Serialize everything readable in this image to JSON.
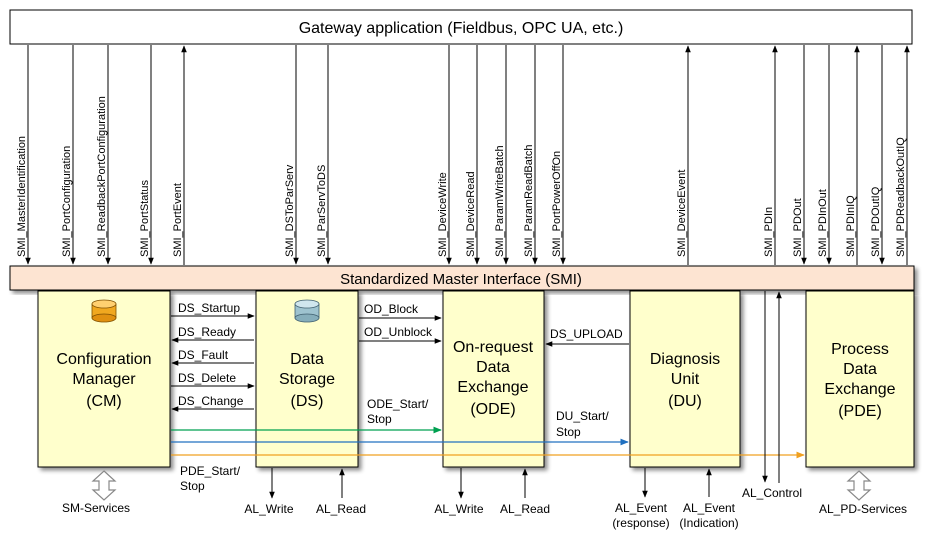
{
  "gateway": {
    "title": "Gateway application (Fieldbus, OPC UA, etc.)"
  },
  "smi_bar": {
    "title": "Standardized Master Interface (SMI)"
  },
  "smi_services": [
    "SMI_MasterIdentification",
    "SMI_PortConfiguration",
    "SMI_ReadbackPortConfiguration",
    "SMI_PortStatus",
    "SMI_PortEvent",
    "SMI_DSToParServ",
    "SMI_ParServToDS",
    "SMI_DeviceWrite",
    "SMI_DeviceRead",
    "SMI_ParamWriteBatch",
    "SMI_ParamReadBatch",
    "SMI_PortPowerOffOn",
    "SMI_DeviceEvent",
    "SMI_PDIn",
    "SMI_PDOut",
    "SMI_PDInOut",
    "SMI_PDInIQ",
    "SMI_PDOutIQ",
    "SMI_PDReadbackOutIQ"
  ],
  "blocks": {
    "cm": [
      "Configuration",
      "Manager",
      "(CM)"
    ],
    "ds": [
      "Data",
      "Storage",
      "(DS)"
    ],
    "ode": [
      "On-request",
      "Data",
      "Exchange",
      "(ODE)"
    ],
    "du": [
      "Diagnosis",
      "Unit",
      "(DU)"
    ],
    "pde": [
      "Process",
      "Data",
      "Exchange",
      "(PDE)"
    ]
  },
  "ds_signals": [
    "DS_Startup",
    "DS_Ready",
    "DS_Fault",
    "DS_Delete",
    "DS_Change"
  ],
  "od_signals": [
    "OD_Block",
    "OD_Unblock"
  ],
  "du_signal": "DS_UPLOAD",
  "start_stop": {
    "ode": [
      "ODE_Start/",
      "Stop"
    ],
    "du": [
      "DU_Start/",
      "Stop"
    ],
    "pde": [
      "PDE_Start/",
      "Stop"
    ]
  },
  "bottom": {
    "sm_services": "SM-Services",
    "ds_write": "AL_Write",
    "ds_read": "AL_Read",
    "ode_write": "AL_Write",
    "ode_read": "AL_Read",
    "al_event_response": [
      "AL_Event",
      "(response)"
    ],
    "al_event_indication": [
      "AL_Event",
      "(Indication)"
    ],
    "al_control": "AL_Control",
    "pd_services": "AL_PD-Services"
  },
  "colors": {
    "block_fill": "#ffffcc",
    "smi_fill": "#fde4d2",
    "cm_cylinder": "#f0a820",
    "ds_cylinder": "#9ec3cf",
    "ode_line": "#00a050",
    "du_line": "#2070c0",
    "pde_line": "#f0a020"
  }
}
